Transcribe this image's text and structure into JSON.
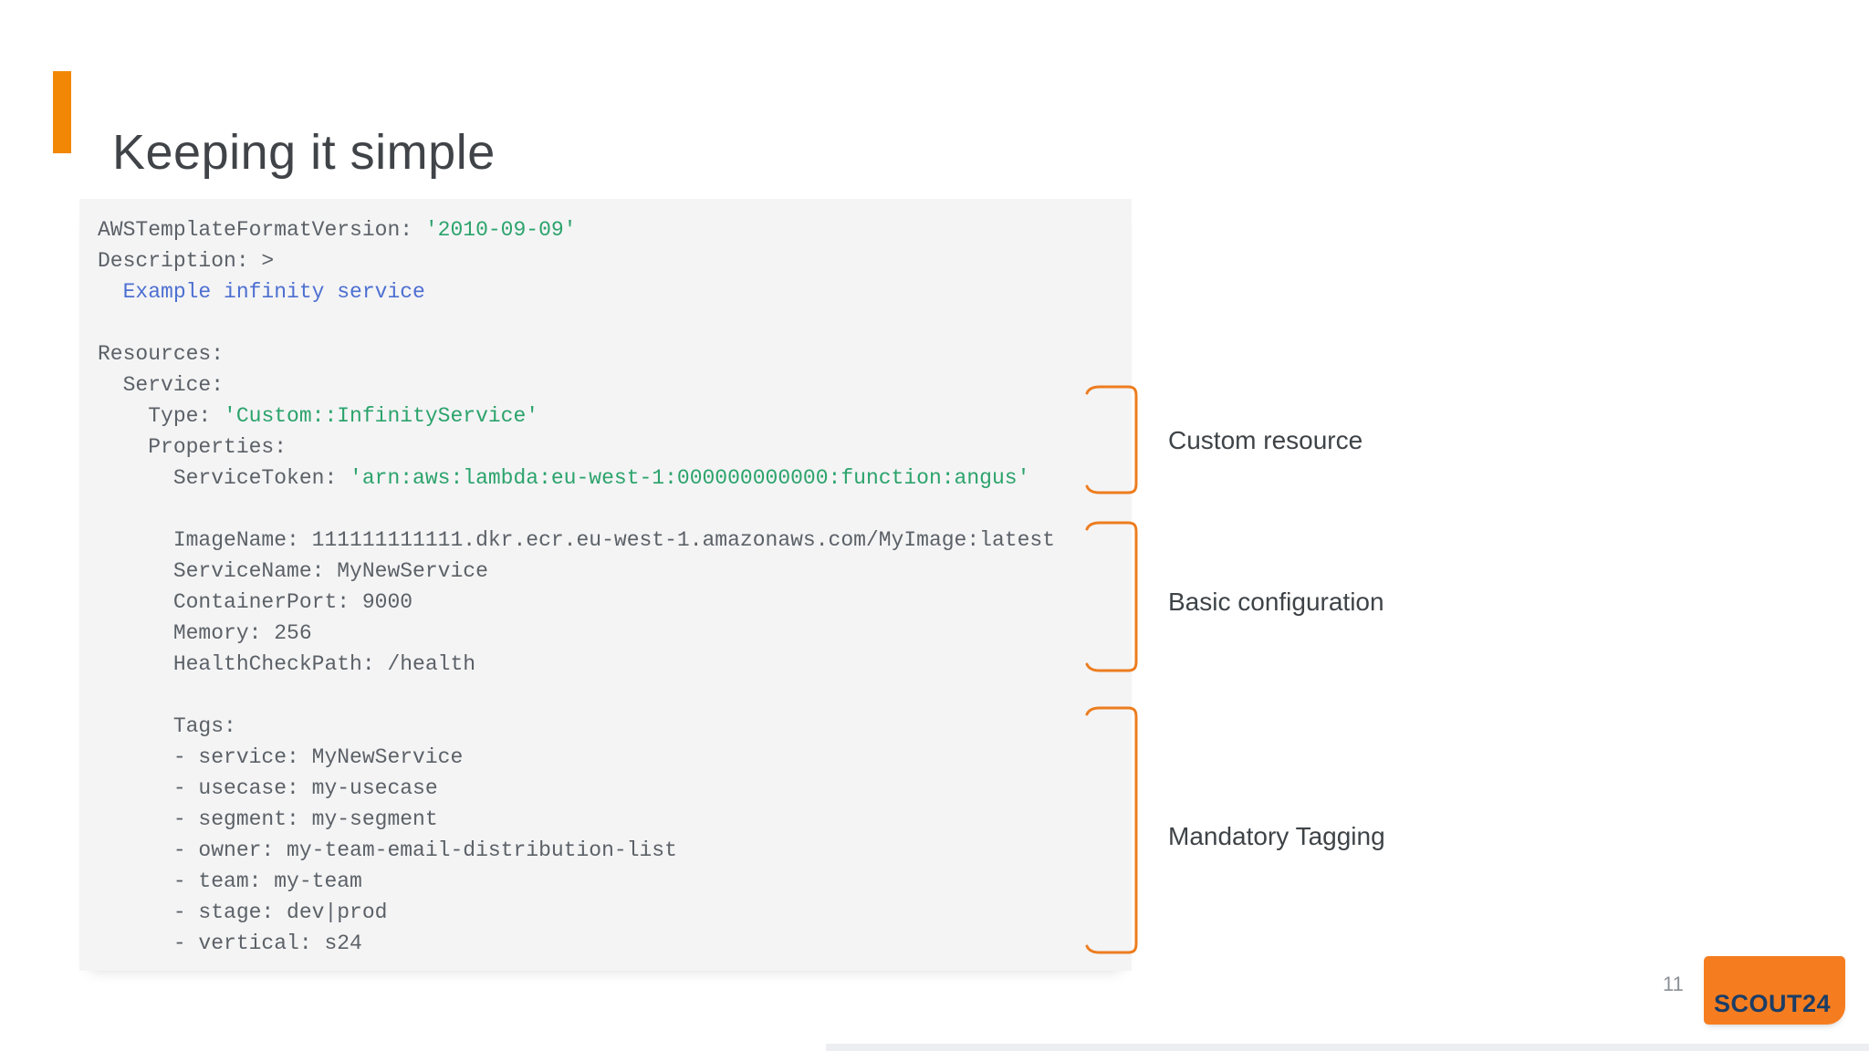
{
  "slide": {
    "title": "Keeping it simple",
    "page_number": "11",
    "logo_text": "SCOUT24"
  },
  "colors": {
    "title_accent_bar": "#F28705",
    "bracket_orange": "#ED7D1F",
    "logo_background": "#F57D1F",
    "logo_text": "#1B3D66",
    "title_text": "#404448",
    "code_background": "#F4F4F5",
    "code_plain": "#5B6167",
    "code_string_green": "#2BA36B",
    "code_scalar_blue": "#4D6FD1"
  },
  "code": {
    "language": "yaml",
    "lines": [
      {
        "segments": [
          {
            "text": "AWSTemplateFormatVersion: ",
            "color": "plain"
          },
          {
            "text": "'2010-09-09'",
            "color": "string"
          }
        ]
      },
      {
        "segments": [
          {
            "text": "Description: >",
            "color": "plain"
          }
        ]
      },
      {
        "segments": [
          {
            "text": "  Example infinity service",
            "color": "literal"
          }
        ]
      },
      {
        "segments": []
      },
      {
        "segments": [
          {
            "text": "Resources:",
            "color": "plain"
          }
        ]
      },
      {
        "segments": [
          {
            "text": "  Service:",
            "color": "plain"
          }
        ]
      },
      {
        "segments": [
          {
            "text": "    Type: ",
            "color": "plain"
          },
          {
            "text": "'Custom::InfinityService'",
            "color": "string"
          }
        ]
      },
      {
        "segments": [
          {
            "text": "    Properties:",
            "color": "plain"
          }
        ]
      },
      {
        "segments": [
          {
            "text": "      ServiceToken: ",
            "color": "plain"
          },
          {
            "text": "'arn:aws:lambda:eu-west-1:000000000000:function:angus'",
            "color": "string"
          }
        ]
      },
      {
        "segments": []
      },
      {
        "segments": [
          {
            "text": "      ImageName: 111111111111.dkr.ecr.eu-west-1.amazonaws.com/MyImage:latest",
            "color": "plain"
          }
        ]
      },
      {
        "segments": [
          {
            "text": "      ServiceName: MyNewService",
            "color": "plain"
          }
        ]
      },
      {
        "segments": [
          {
            "text": "      ContainerPort: 9000",
            "color": "plain"
          }
        ]
      },
      {
        "segments": [
          {
            "text": "      Memory: 256",
            "color": "plain"
          }
        ]
      },
      {
        "segments": [
          {
            "text": "      HealthCheckPath: /health",
            "color": "plain"
          }
        ]
      },
      {
        "segments": []
      },
      {
        "segments": [
          {
            "text": "      Tags:",
            "color": "plain"
          }
        ]
      },
      {
        "segments": [
          {
            "text": "      - service: MyNewService",
            "color": "plain"
          }
        ]
      },
      {
        "segments": [
          {
            "text": "      - usecase: my-usecase",
            "color": "plain"
          }
        ]
      },
      {
        "segments": [
          {
            "text": "      - segment: my-segment",
            "color": "plain"
          }
        ]
      },
      {
        "segments": [
          {
            "text": "      - owner: my-team-email-distribution-list",
            "color": "plain"
          }
        ]
      },
      {
        "segments": [
          {
            "text": "      - team: my-team",
            "color": "plain"
          }
        ]
      },
      {
        "segments": [
          {
            "text": "      - stage: dev|prod",
            "color": "plain"
          }
        ]
      },
      {
        "segments": [
          {
            "text": "      - vertical: s24",
            "color": "plain"
          }
        ]
      }
    ]
  },
  "annotations": [
    {
      "label": "Custom resource"
    },
    {
      "label": "Basic configuration"
    },
    {
      "label": "Mandatory Tagging"
    }
  ]
}
